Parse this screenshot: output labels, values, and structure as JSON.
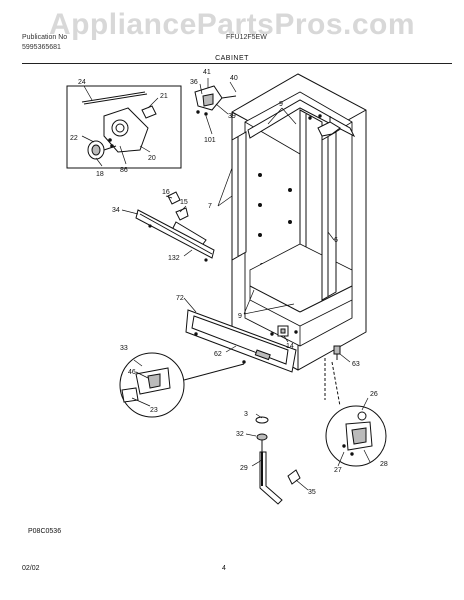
{
  "watermark": "AppliancePartsPros.com",
  "header": {
    "left_line1": "Publication No",
    "left_line2": "5995365681",
    "model": "FFU12F5EW",
    "section": "CABINET"
  },
  "callouts": {
    "c24": "24",
    "c21": "21",
    "c22": "22",
    "c20": "20",
    "c18": "18",
    "c86": "86",
    "c41": "41",
    "c36": "36",
    "c40": "40",
    "c39": "39",
    "c101": "101",
    "c9a": "9",
    "c16": "16",
    "c15": "15",
    "c34": "34",
    "c7": "7",
    "c6": "6",
    "c132": "132",
    "c72": "72",
    "c9b": "9",
    "c14": "14",
    "c62": "62",
    "c63": "63",
    "c33": "33",
    "c46": "46",
    "c23": "23",
    "c26": "26",
    "c3": "3",
    "c32": "32",
    "c29": "29",
    "c35": "35",
    "c27": "27",
    "c28": "28"
  },
  "footer": {
    "diagram_code": "P08C0536",
    "date": "02/02",
    "page": "4"
  }
}
